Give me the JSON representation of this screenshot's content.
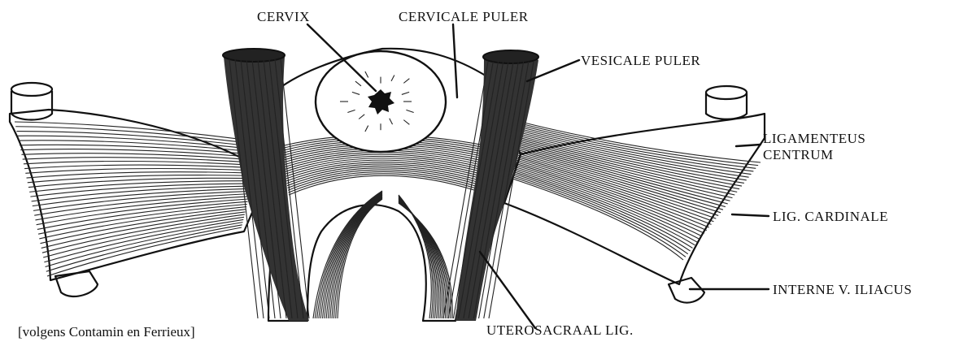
{
  "labels": {
    "cervix": "CERVIX",
    "cervicale_puler": "CERVICALE PULER",
    "vesicale_puler": "VESICALE PULER",
    "ligamenteus_line1": "LIGAMENTEUS",
    "ligamenteus_line2": "CENTRUM",
    "lig_cardinale": "LIG. CARDINALE",
    "interne_v_iliacus": "INTERNE V. ILIACUS",
    "uterosacraal_lig": "UTEROSACRAAL LIG."
  },
  "credit": "[volgens Contamin en Ferrieux]",
  "colors": {
    "ink": "#111111",
    "background": "#ffffff"
  }
}
